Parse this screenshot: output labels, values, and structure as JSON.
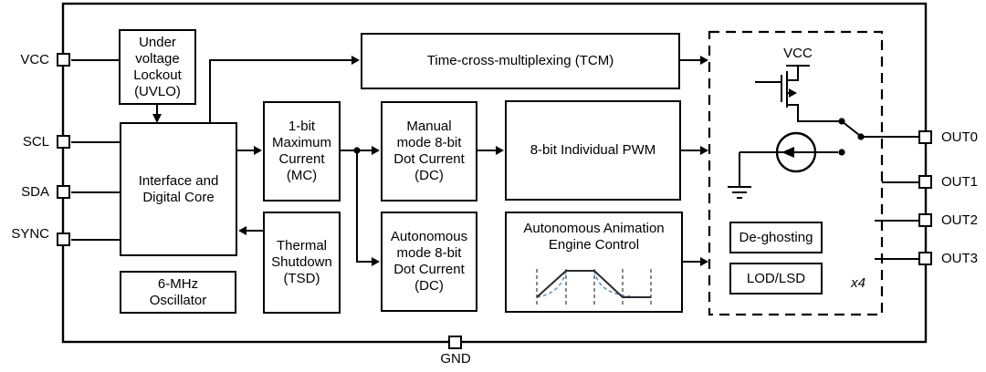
{
  "diagram": {
    "pins": {
      "left": [
        "VCC",
        "SCL",
        "SDA",
        "SYNC"
      ],
      "bottom": [
        "GND"
      ],
      "right": [
        "OUT0",
        "OUT1",
        "OUT2",
        "OUT3"
      ]
    },
    "blocks": {
      "uvlo": [
        "Under",
        "voltage",
        "Lockout",
        "(UVLO)"
      ],
      "interface": [
        "Interface and",
        "Digital Core"
      ],
      "oscillator": [
        "6-MHz",
        "Oscillator"
      ],
      "max_current": [
        "1-bit",
        "Maximum",
        "Current",
        "(MC)"
      ],
      "thermal_shutdown": [
        "Thermal",
        "Shutdown",
        "(TSD)"
      ],
      "tcm": "Time-cross-multiplexing (TCM)",
      "manual_dot_current": [
        "Manual",
        "mode 8-bit",
        "Dot Current",
        "(DC)"
      ],
      "individual_pwm": "8-bit Individual PWM",
      "autonomous_dot_current": [
        "Autonomous",
        "mode 8-bit",
        "Dot Current",
        "(DC)"
      ],
      "animation_engine": [
        "Autonomous Animation",
        "Engine Control"
      ],
      "deghosting": "De-ghosting",
      "lod_lsd": "LOD/LSD"
    },
    "output_stage": {
      "supply_label": "VCC",
      "multiplier_label": "x4"
    },
    "colors": {
      "line": "#000000",
      "waveform_accent": "#5b8fc9"
    }
  }
}
